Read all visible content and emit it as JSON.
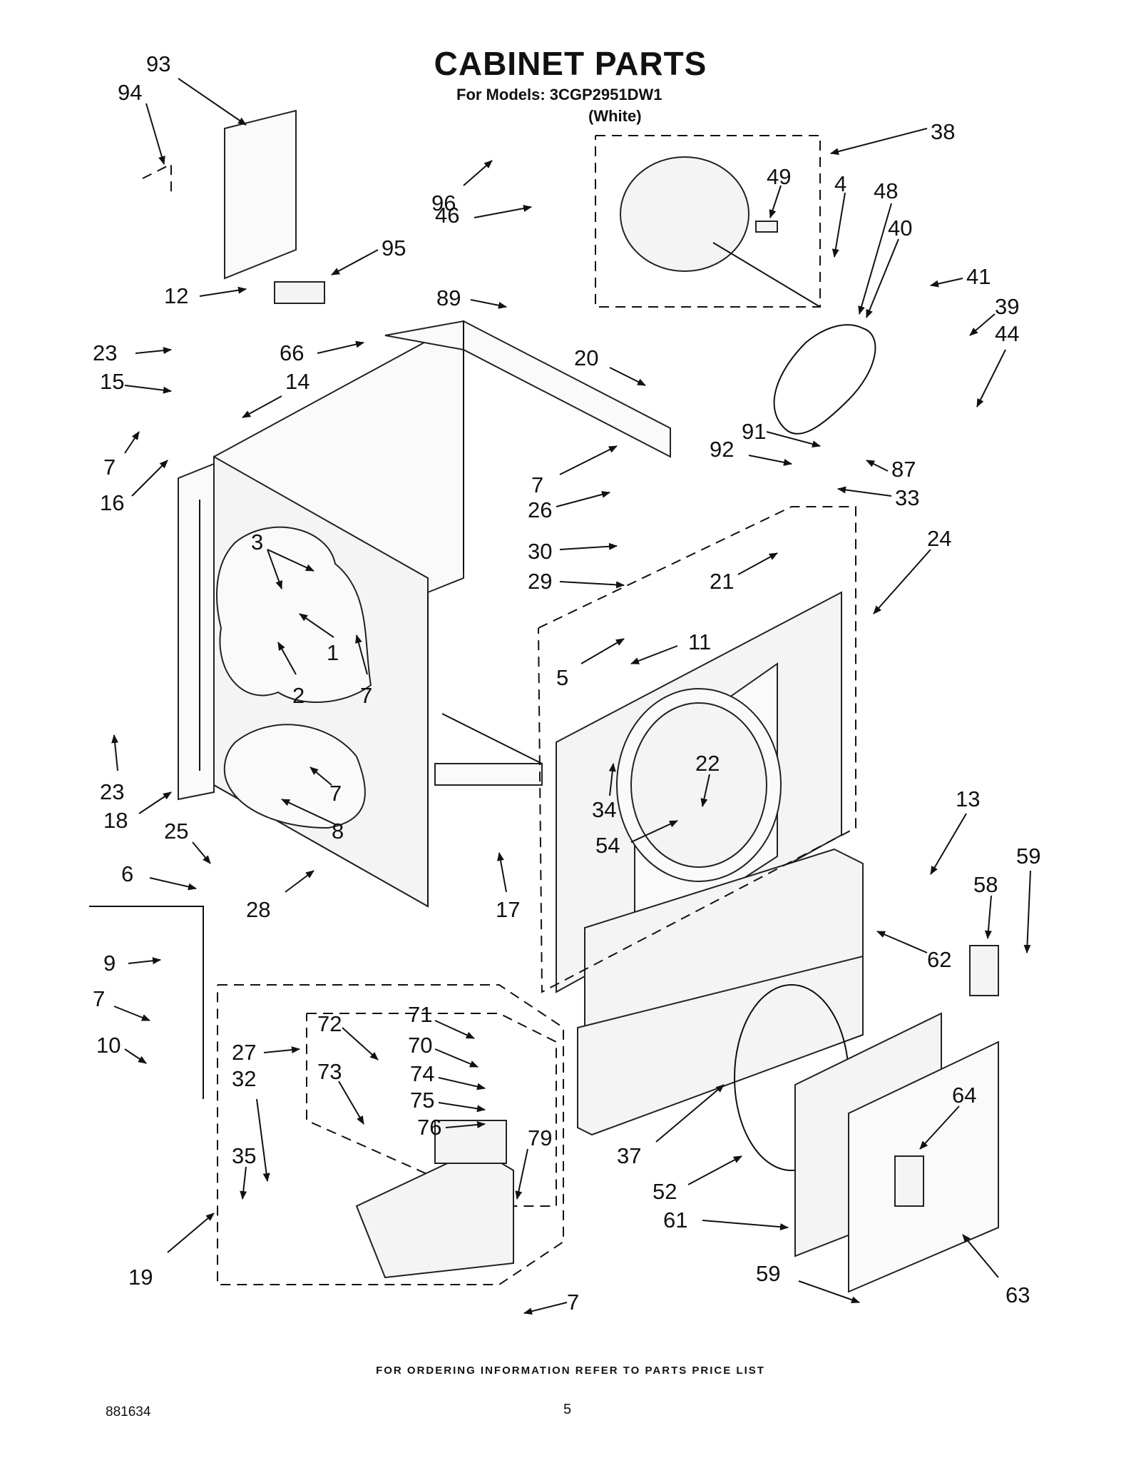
{
  "header": {
    "title": "CABINET PARTS",
    "models": "For Models: 3CGP2951DW1",
    "variant": "(White)"
  },
  "footer": {
    "ordering": "FOR ORDERING INFORMATION REFER TO PARTS PRICE LIST",
    "doc_number": "881634",
    "page_number": "5"
  },
  "callouts": [
    {
      "id": "c93",
      "text": "93"
    },
    {
      "id": "c94",
      "text": "94"
    },
    {
      "id": "c95",
      "text": "95"
    },
    {
      "id": "c12",
      "text": "12"
    },
    {
      "id": "c96",
      "text": "96"
    },
    {
      "id": "c46",
      "text": "46"
    },
    {
      "id": "c38",
      "text": "38"
    },
    {
      "id": "c49",
      "text": "49"
    },
    {
      "id": "c4",
      "text": "4"
    },
    {
      "id": "c48",
      "text": "48"
    },
    {
      "id": "c40",
      "text": "40"
    },
    {
      "id": "c41",
      "text": "41"
    },
    {
      "id": "c39",
      "text": "39"
    },
    {
      "id": "c44",
      "text": "44"
    },
    {
      "id": "c89",
      "text": "89"
    },
    {
      "id": "c23a",
      "text": "23"
    },
    {
      "id": "c15",
      "text": "15"
    },
    {
      "id": "c66",
      "text": "66"
    },
    {
      "id": "c14",
      "text": "14"
    },
    {
      "id": "c20",
      "text": "20"
    },
    {
      "id": "c7a",
      "text": "7"
    },
    {
      "id": "c16",
      "text": "16"
    },
    {
      "id": "c91",
      "text": "91"
    },
    {
      "id": "c92",
      "text": "92"
    },
    {
      "id": "c87",
      "text": "87"
    },
    {
      "id": "c7b",
      "text": "7"
    },
    {
      "id": "c26",
      "text": "26"
    },
    {
      "id": "c33",
      "text": "33"
    },
    {
      "id": "c24",
      "text": "24"
    },
    {
      "id": "c3",
      "text": "3"
    },
    {
      "id": "c30",
      "text": "30"
    },
    {
      "id": "c29",
      "text": "29"
    },
    {
      "id": "c21",
      "text": "21"
    },
    {
      "id": "c1",
      "text": "1"
    },
    {
      "id": "c11",
      "text": "11"
    },
    {
      "id": "c5",
      "text": "5"
    },
    {
      "id": "c2",
      "text": "2"
    },
    {
      "id": "c7c",
      "text": "7"
    },
    {
      "id": "c23b",
      "text": "23"
    },
    {
      "id": "c7d",
      "text": "7"
    },
    {
      "id": "c22",
      "text": "22"
    },
    {
      "id": "c18",
      "text": "18"
    },
    {
      "id": "c8",
      "text": "8"
    },
    {
      "id": "c34",
      "text": "34"
    },
    {
      "id": "c13",
      "text": "13"
    },
    {
      "id": "c25",
      "text": "25"
    },
    {
      "id": "c54",
      "text": "54"
    },
    {
      "id": "c59a",
      "text": "59"
    },
    {
      "id": "c58",
      "text": "58"
    },
    {
      "id": "c6",
      "text": "6"
    },
    {
      "id": "c28",
      "text": "28"
    },
    {
      "id": "c17",
      "text": "17"
    },
    {
      "id": "c62",
      "text": "62"
    },
    {
      "id": "c9",
      "text": "9"
    },
    {
      "id": "c7e",
      "text": "7"
    },
    {
      "id": "c10",
      "text": "10"
    },
    {
      "id": "c72",
      "text": "72"
    },
    {
      "id": "c71",
      "text": "71"
    },
    {
      "id": "c27",
      "text": "27"
    },
    {
      "id": "c70",
      "text": "70"
    },
    {
      "id": "c32",
      "text": "32"
    },
    {
      "id": "c73",
      "text": "73"
    },
    {
      "id": "c74",
      "text": "74"
    },
    {
      "id": "c75",
      "text": "75"
    },
    {
      "id": "c76",
      "text": "76"
    },
    {
      "id": "c79",
      "text": "79"
    },
    {
      "id": "c64",
      "text": "64"
    },
    {
      "id": "c35",
      "text": "35"
    },
    {
      "id": "c37",
      "text": "37"
    },
    {
      "id": "c52",
      "text": "52"
    },
    {
      "id": "c61",
      "text": "61"
    },
    {
      "id": "c19",
      "text": "19"
    },
    {
      "id": "c59b",
      "text": "59"
    },
    {
      "id": "c7f",
      "text": "7"
    },
    {
      "id": "c63",
      "text": "63"
    }
  ]
}
